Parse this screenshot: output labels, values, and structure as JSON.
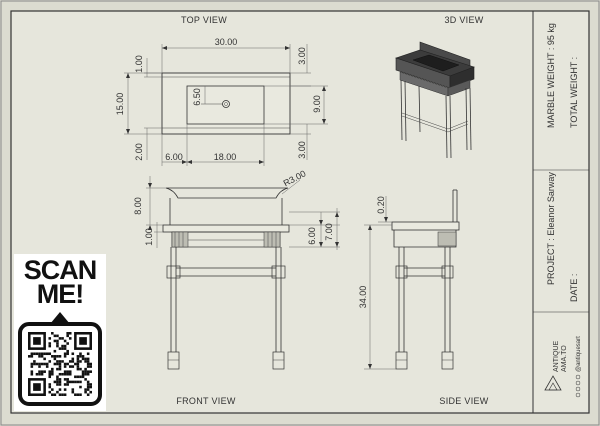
{
  "views": {
    "top": "TOP VIEW",
    "three_d": "3D VIEW",
    "front": "FRONT VIEW",
    "side": "SIDE VIEW"
  },
  "dimensions": {
    "top_width": "30.00",
    "top_left_1": "1.00",
    "top_right_3": "3.00",
    "top_depth": "15.00",
    "top_bowl_offset": "6.50",
    "top_bowl_depth": "9.00",
    "top_front_2": "2.00",
    "top_right_3b": "3.00",
    "top_left_6": "6.00",
    "top_bowl_width": "18.00",
    "front_radius": "R3.00",
    "front_backsplash": "8.00",
    "front_top_1": "1.00",
    "front_apron_6": "6.00",
    "front_apron_7": "7.00",
    "side_top": "0.20",
    "side_height": "34.00"
  },
  "title_block": {
    "marble_weight": "MARBLE WEIGHT : 95 kg",
    "total_weight": "TOTAL WEIGHT :",
    "project": "PROJECT : Eleanor Sarway",
    "date": "DATE :",
    "brand_line1": "ANTIQUE",
    "brand_line2": "AMA.TO",
    "brand_handle": "@antiquesart"
  },
  "qr": {
    "line1": "SCAN",
    "line2": "ME!"
  }
}
